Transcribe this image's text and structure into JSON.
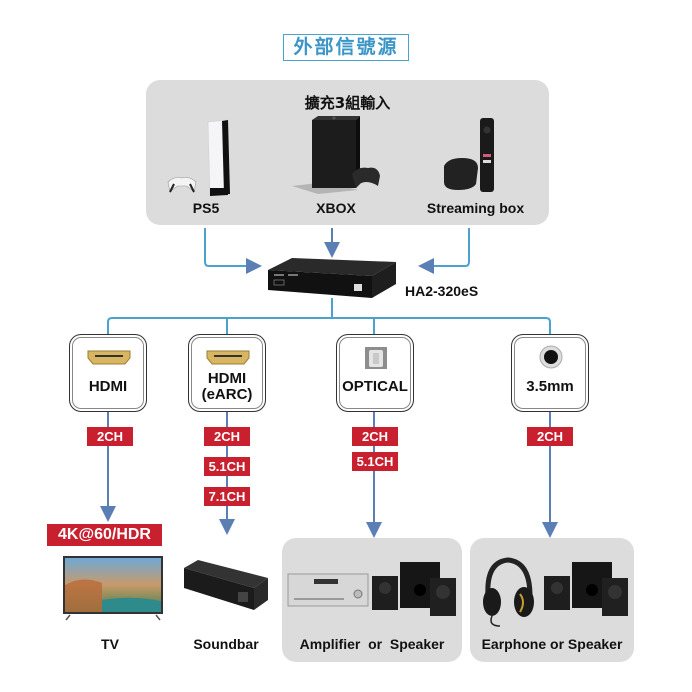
{
  "header": {
    "title": "外部信號源"
  },
  "sources": {
    "title": "擴充3組輸入",
    "items": [
      {
        "label": "PS5",
        "icon": "ps5-console-icon"
      },
      {
        "label": "XBOX",
        "icon": "xbox-console-icon"
      },
      {
        "label": "Streaming box",
        "icon": "streaming-box-icon"
      }
    ]
  },
  "device": {
    "model": "HA2-320eS"
  },
  "outputs": [
    {
      "label": "HDMI",
      "icon": "hdmi-port-icon",
      "channels": [
        "2CH"
      ]
    },
    {
      "label_line1": "HDMI",
      "label_line2": "(eARC)",
      "icon": "hdmi-port-icon",
      "channels": [
        "2CH",
        "5.1CH",
        "7.1CH"
      ]
    },
    {
      "label": "OPTICAL",
      "icon": "optical-port-icon",
      "channels": [
        "2CH",
        "5.1CH"
      ]
    },
    {
      "label": "3.5mm",
      "icon": "audio-jack-icon",
      "channels": [
        "2CH"
      ]
    }
  ],
  "destinations": {
    "tv": {
      "badge": "4K@60/HDR",
      "label": "TV"
    },
    "soundbar": {
      "label": "Soundbar"
    },
    "amplifier": {
      "label": "Amplifier  or  Speaker"
    },
    "earphone": {
      "label": "Earphone or Speaker"
    }
  },
  "colors": {
    "accent_blue": "#4aa3cf",
    "arrow_blue": "#5b7fb5",
    "badge_red": "#c8202f",
    "panel_gray": "#dcdcdc"
  }
}
